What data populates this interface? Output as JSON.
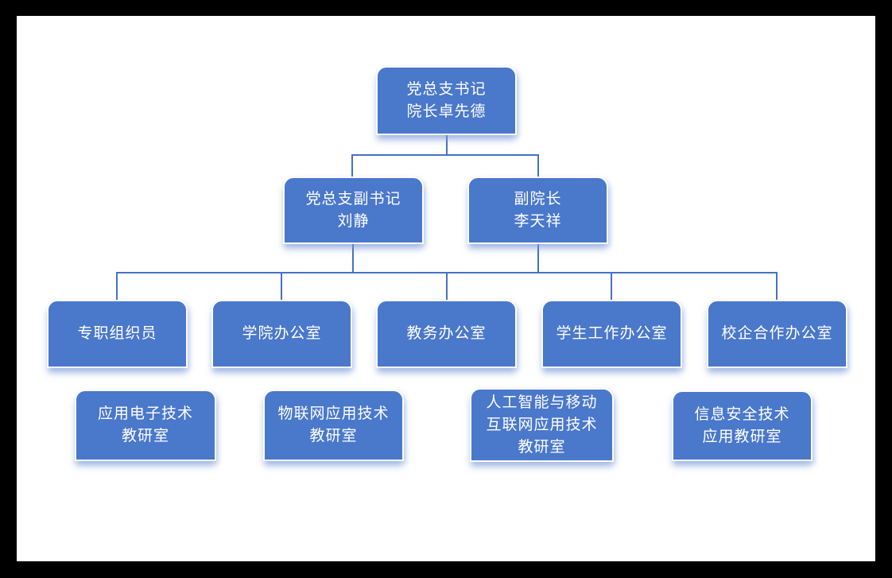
{
  "colors": {
    "frame_background": "#000000",
    "page_background": "#ffffff",
    "node_fill": "#4A78CB",
    "node_border": "#fbfcfe",
    "node_text": "#ffffff",
    "connector": "#4472C4"
  },
  "org_chart": {
    "type": "organization-chart",
    "nodes": [
      {
        "level": 1,
        "lines": [
          "党总支书记",
          "院长卓先德"
        ]
      },
      {
        "level": 2,
        "lines": [
          "党总支副书记",
          "刘静"
        ]
      },
      {
        "level": 2,
        "lines": [
          "副院长",
          "李天祥"
        ]
      },
      {
        "level": 3,
        "lines": [
          "专职组织员"
        ]
      },
      {
        "level": 3,
        "lines": [
          "学院办公室"
        ]
      },
      {
        "level": 3,
        "lines": [
          "教务办公室"
        ]
      },
      {
        "level": 3,
        "lines": [
          "学生工作办公室"
        ]
      },
      {
        "level": 3,
        "lines": [
          "校企合作办公室"
        ]
      },
      {
        "level": 4,
        "lines": [
          "应用电子技术",
          "教研室"
        ]
      },
      {
        "level": 4,
        "lines": [
          "物联网应用技术",
          "教研室"
        ]
      },
      {
        "level": 4,
        "lines": [
          "人工智能与移动",
          "互联网应用技术",
          "教研室"
        ]
      },
      {
        "level": 4,
        "lines": [
          "信息安全技术",
          "应用教研室"
        ]
      }
    ]
  }
}
